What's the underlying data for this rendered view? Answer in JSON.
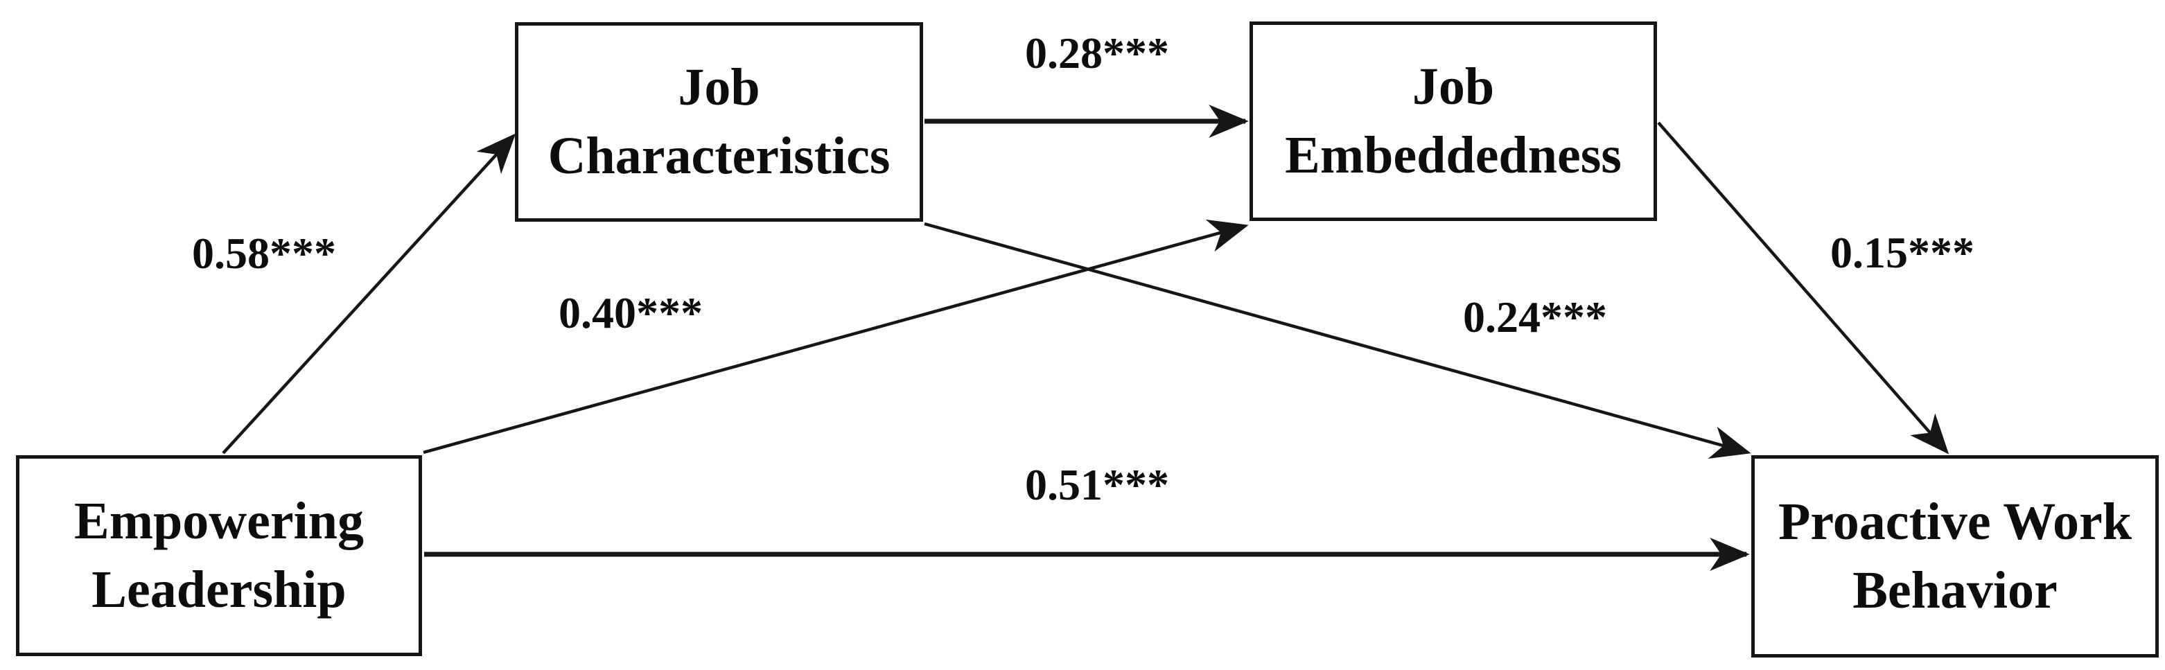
{
  "diagram": {
    "type": "path-model",
    "background_color": "#ffffff",
    "line_color": "#161616",
    "text_color": "#0d0d0d",
    "nodes": [
      {
        "id": "empowering-leadership",
        "label": "Empowering Leadership"
      },
      {
        "id": "job-characteristics",
        "label": "Job Characteristics"
      },
      {
        "id": "job-embeddedness",
        "label": "Job Embeddedness"
      },
      {
        "id": "proactive-work-behavior",
        "label": "Proactive Work Behavior"
      }
    ],
    "edges": [
      {
        "from": "Empowering Leadership",
        "to": "Job Characteristics",
        "coefficient": "0.58***",
        "value": 0.58,
        "significance": "***"
      },
      {
        "from": "Job Characteristics",
        "to": "Job Embeddedness",
        "coefficient": "0.28***",
        "value": 0.28,
        "significance": "***"
      },
      {
        "from": "Empowering Leadership",
        "to": "Job Embeddedness",
        "coefficient": "0.40***",
        "value": 0.4,
        "significance": "***"
      },
      {
        "from": "Job Characteristics",
        "to": "Proactive Work Behavior",
        "coefficient": "0.24***",
        "value": 0.24,
        "significance": "***"
      },
      {
        "from": "Job Embeddedness",
        "to": "Proactive Work Behavior",
        "coefficient": "0.15***",
        "value": 0.15,
        "significance": "***"
      },
      {
        "from": "Empowering Leadership",
        "to": "Proactive Work Behavior",
        "coefficient": "0.51***",
        "value": 0.51,
        "significance": "***"
      }
    ]
  }
}
